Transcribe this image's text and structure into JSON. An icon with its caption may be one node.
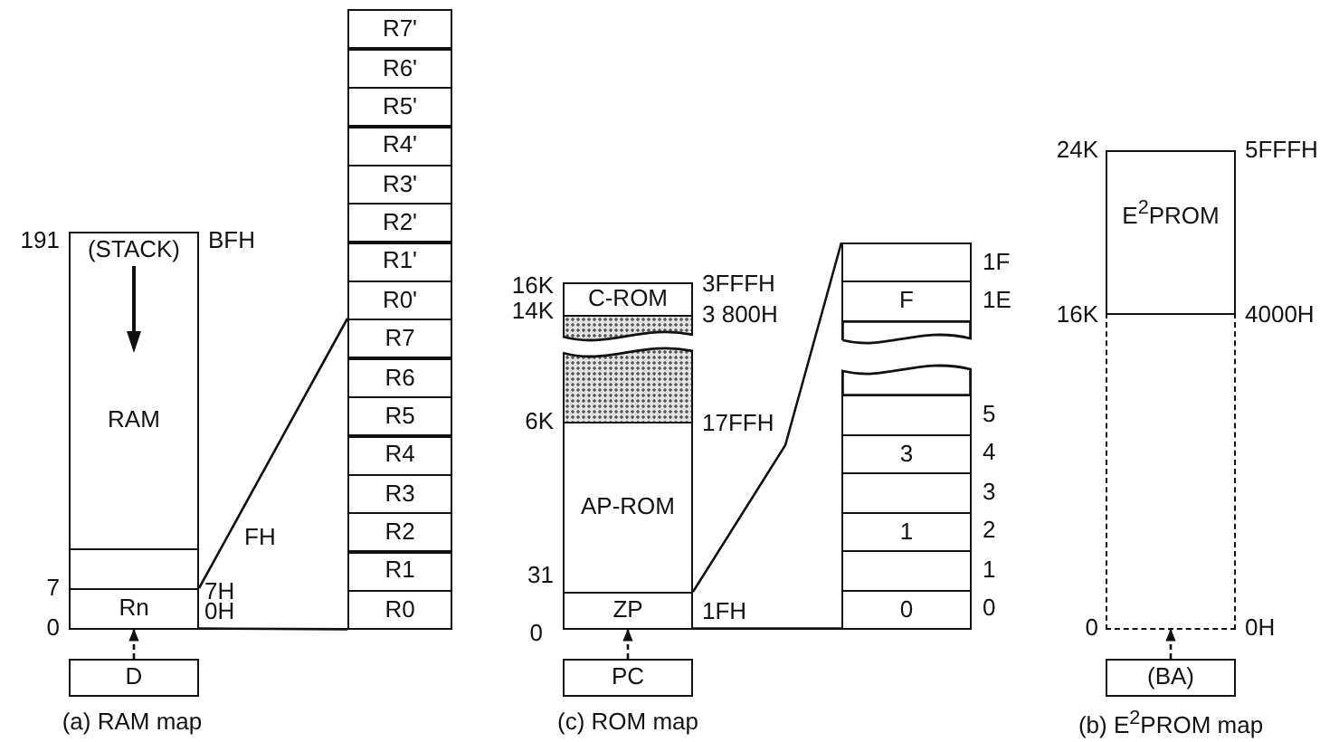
{
  "diagram": {
    "nodes": [
      {
        "text": [
          "(STACK)",
          "RAM"
        ]
      },
      {
        "text": [],
        "shape": "box"
      },
      {
        "text": [
          "Rn"
        ]
      },
      {
        "text": [
          "D"
        ]
      },
      {
        "text": [
          "R7'"
        ]
      },
      {
        "text": [
          "R6'"
        ]
      },
      {
        "text": [
          "R5'"
        ]
      },
      {
        "text": [
          "R4'"
        ]
      },
      {
        "text": [
          "R3'"
        ]
      },
      {
        "text": [
          "R2'"
        ]
      },
      {
        "text": [
          "R1'"
        ]
      },
      {
        "text": [
          "R0'"
        ]
      },
      {
        "text": [
          "R7"
        ]
      },
      {
        "text": [
          "R6"
        ]
      },
      {
        "text": [
          "R5"
        ]
      },
      {
        "text": [
          "R4"
        ]
      },
      {
        "text": [
          "R3"
        ]
      },
      {
        "text": [
          "R2"
        ]
      },
      {
        "text": [
          "R1"
        ]
      },
      {
        "text": [
          "R0"
        ]
      },
      {
        "text": [
          "C-ROM"
        ]
      },
      {
        "text": [],
        "shape": "box"
      },
      {
        "text": [
          "AP-ROM"
        ]
      },
      {
        "text": [
          "ZP"
        ]
      },
      {
        "text": [
          "PC"
        ]
      },
      {
        "text": [],
        "shape": "box"
      },
      {
        "text": [
          "F"
        ]
      },
      {
        "text": [],
        "shape": "box"
      },
      {
        "text": [],
        "shape": "box"
      },
      {
        "text": [],
        "shape": "box"
      },
      {
        "text": [
          "3"
        ]
      },
      {
        "text": [],
        "shape": "box"
      },
      {
        "text": [
          "1"
        ]
      },
      {
        "text": [],
        "shape": "box"
      },
      {
        "text": [
          "0"
        ]
      },
      {
        "text": [
          "E$^{2}$PROM"
        ]
      },
      {
        "text": [],
        "shape": "box"
      },
      {
        "text": [
          "(BA)"
        ]
      }
    ],
    "edges": [
      {
        "from": 3,
        "to": 2,
        "arrow": "to",
        "style": "dashed"
      },
      {
        "from": 2,
        "to": 12,
        "arrow": "none"
      },
      {
        "from": 2,
        "to": 19,
        "arrow": "none"
      },
      {
        "from": 24,
        "to": 23,
        "arrow": "to",
        "style": "dashed"
      },
      {
        "from": 23,
        "to": 25,
        "arrow": "none"
      },
      {
        "from": 23,
        "to": 34,
        "arrow": "none"
      },
      {
        "from": 37,
        "to": 36,
        "arrow": "to",
        "style": "dashed"
      }
    ],
    "labels": [
      "191",
      "BFH",
      "FH",
      "7",
      "7H",
      "0",
      "0H",
      "(a) RAM map",
      "16K",
      "3FFFH",
      "14K",
      "3 800H",
      "6K",
      "17FFH",
      "31",
      "1FH",
      "0",
      "(c) ROM map",
      "1F",
      "1E",
      "5",
      "4",
      "3",
      "2",
      "1",
      "0",
      "24K",
      "5FFFH",
      "16K",
      "4000H",
      "0",
      "0H",
      "(b) E$^{2}$PROM map"
    ]
  }
}
